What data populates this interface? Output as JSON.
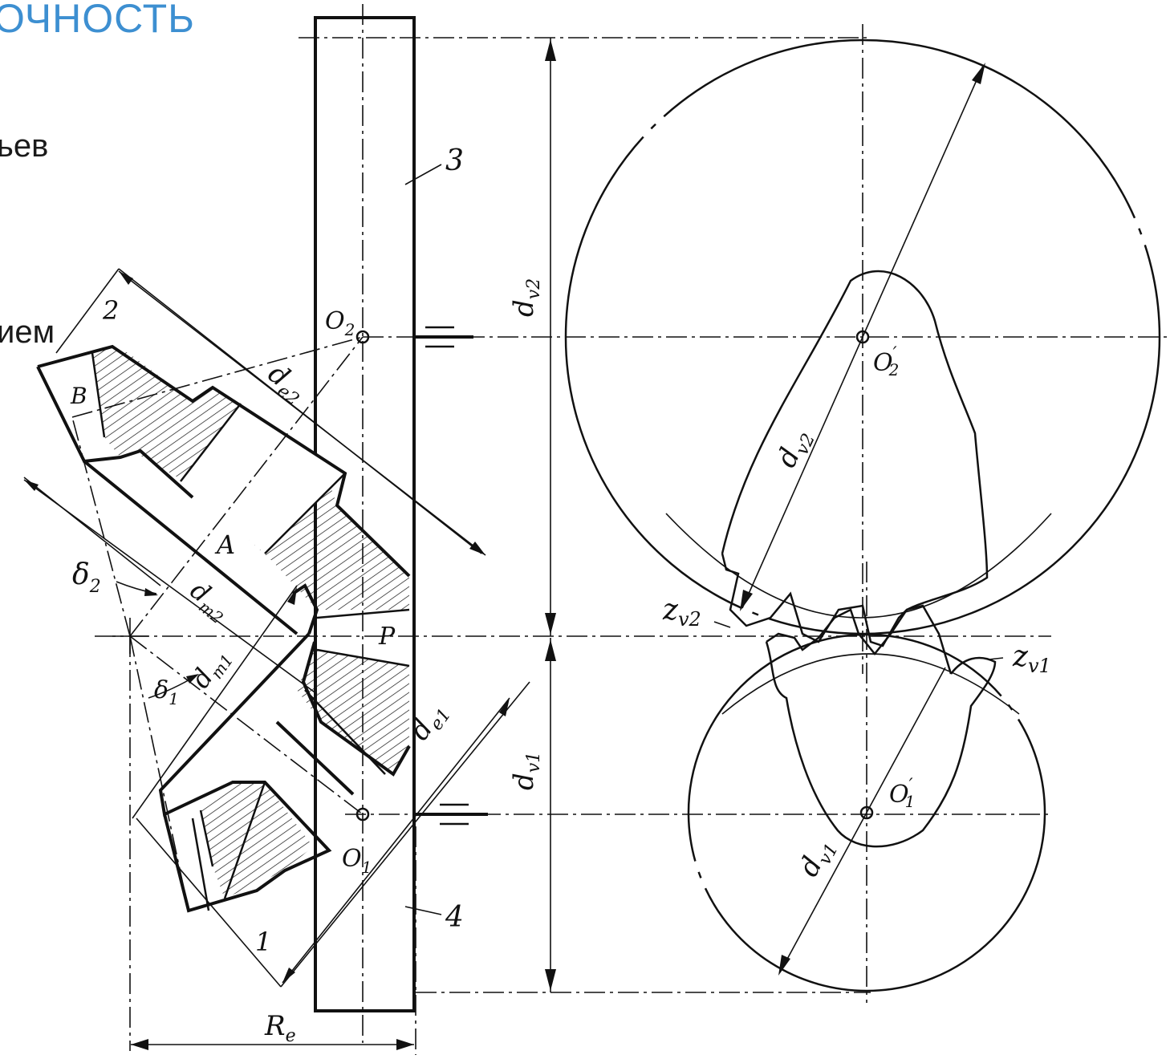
{
  "slide": {
    "title_fragment": "ОЧНОСТЬ",
    "body_fragments": [
      "ьев",
      "ием"
    ]
  },
  "labels": {
    "part_1": "1",
    "part_2": "2",
    "part_3": "3",
    "part_4": "4",
    "O2": "O",
    "O2_sub": "2",
    "O1": "O",
    "O1_sub": "1",
    "O2p": "O",
    "O2p_sub": "2",
    "O1p": "O",
    "O1p_sub": "1",
    "prime": "′",
    "A": "A",
    "B": "B",
    "P": "P",
    "de2": "d",
    "de2_sub": "e2",
    "de1": "d",
    "de1_sub": "e1",
    "dm2": "d",
    "dm2_sub": "m2",
    "dm1": "d",
    "dm1_sub": "m1",
    "delta2": "δ",
    "delta2_sub": "2",
    "delta1": "δ",
    "delta1_sub": "1",
    "dv2": "d",
    "dv2_sub": "v2",
    "dv1": "d",
    "dv1_sub": "v1",
    "zv2": "z",
    "zv2_sub": "v2",
    "zv1": "z",
    "zv1_sub": "v1",
    "Re": "R",
    "Re_sub": "e"
  }
}
